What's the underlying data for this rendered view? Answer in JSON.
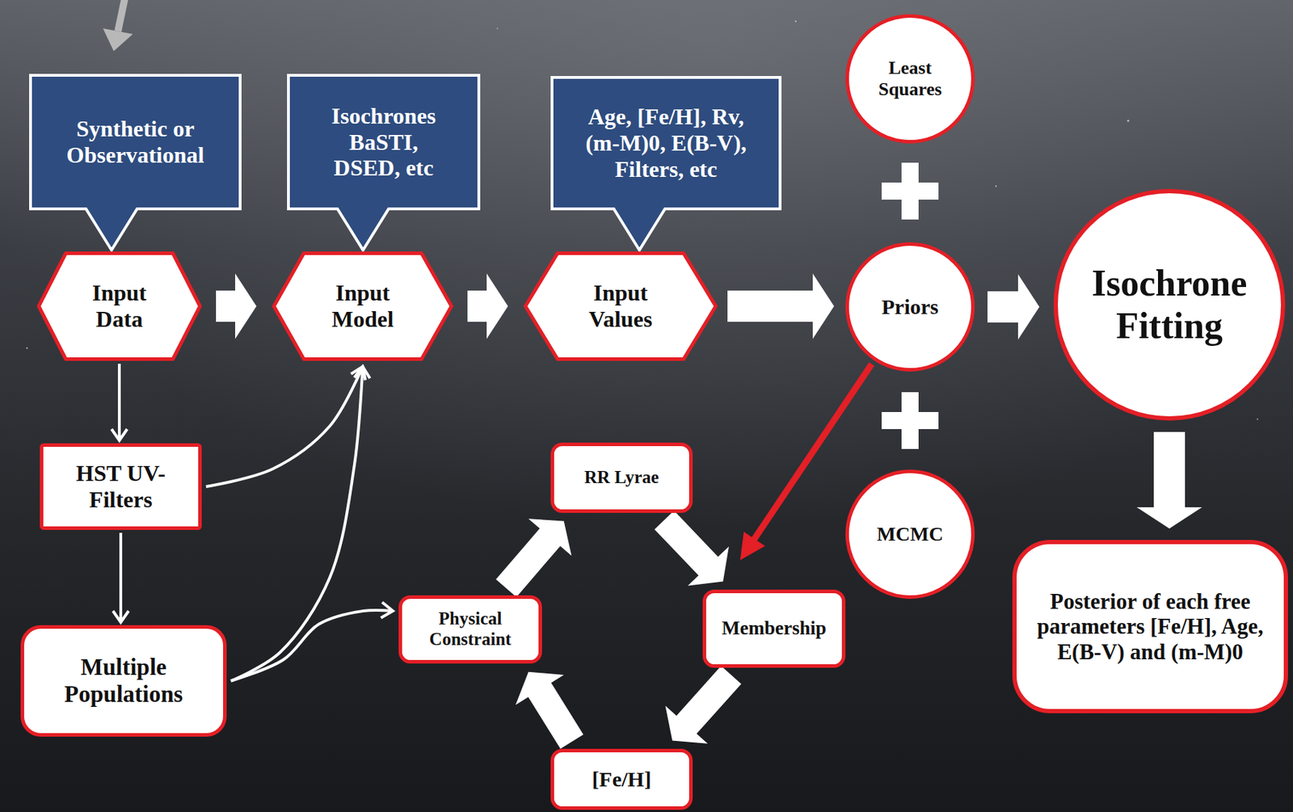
{
  "diagram": {
    "nodes": [
      {
        "text": [
          "Synthetic or Observational"
        ]
      },
      {
        "text": [
          "Isochrones BaSTI, DSED, etc"
        ]
      },
      {
        "text": [
          "Age, [Fe/H], Rv, (m-M)0, E(B-V), Filters, etc"
        ]
      },
      {
        "text": [
          "Least Squares"
        ]
      },
      {
        "text": [
          "Input Data"
        ]
      },
      {
        "text": [
          "Input Model"
        ]
      },
      {
        "text": [
          "Input Values"
        ]
      },
      {
        "text": [
          "Priors"
        ]
      },
      {
        "text": [
          "Isochrone Fitting"
        ]
      },
      {
        "text": [
          "MCMC"
        ]
      },
      {
        "text": [
          "HST UV-Filters"
        ]
      },
      {
        "text": [
          "RR Lyrae"
        ]
      },
      {
        "text": [
          "Membership"
        ]
      },
      {
        "text": [
          "Physical Constraint"
        ]
      },
      {
        "text": [
          "Multiple Populations"
        ]
      },
      {
        "text": [
          "[Fe/H]"
        ]
      },
      {
        "text": [
          "Posterior of each free parameters [Fe/H], Age, E(B-V) and (m-M)0"
        ]
      }
    ],
    "edges": [
      {
        "from": 4,
        "to": 5,
        "arrow": "to"
      },
      {
        "from": 5,
        "to": 6,
        "arrow": "to"
      },
      {
        "from": 6,
        "to": 7,
        "arrow": "to"
      },
      {
        "from": 7,
        "to": 8,
        "arrow": "to"
      },
      {
        "from": 8,
        "to": 16,
        "arrow": "to"
      },
      {
        "from": 4,
        "to": 10,
        "arrow": "to"
      },
      {
        "from": 10,
        "to": 14,
        "arrow": "to"
      },
      {
        "from": 10,
        "to": 5,
        "arrow": "to"
      },
      {
        "from": 14,
        "to": 5,
        "arrow": "to"
      },
      {
        "from": 14,
        "to": 13,
        "arrow": "to"
      },
      {
        "from": 13,
        "to": 11,
        "arrow": "to"
      },
      {
        "from": 11,
        "to": 12,
        "arrow": "to"
      },
      {
        "from": 12,
        "to": 15,
        "arrow": "to"
      },
      {
        "from": 15,
        "to": 13,
        "arrow": "to"
      },
      {
        "from": 7,
        "to": 12,
        "arrow": "to"
      }
    ]
  }
}
